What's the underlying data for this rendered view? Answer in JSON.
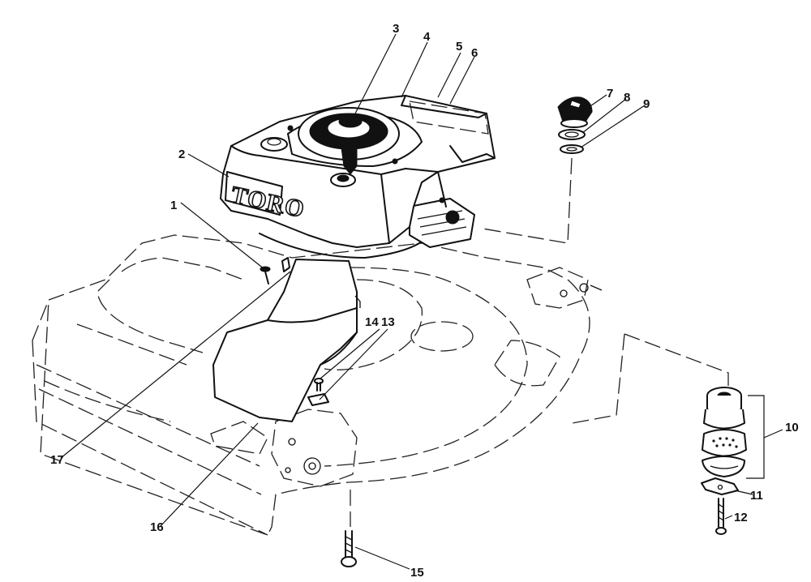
{
  "brand_label": "TORO",
  "callouts": [
    {
      "id": "1",
      "label": "1"
    },
    {
      "id": "2",
      "label": "2"
    },
    {
      "id": "3",
      "label": "3"
    },
    {
      "id": "4",
      "label": "4"
    },
    {
      "id": "5",
      "label": "5"
    },
    {
      "id": "6",
      "label": "6"
    },
    {
      "id": "7",
      "label": "7"
    },
    {
      "id": "8",
      "label": "8"
    },
    {
      "id": "9",
      "label": "9"
    },
    {
      "id": "10",
      "label": "10"
    },
    {
      "id": "11",
      "label": "11"
    },
    {
      "id": "12",
      "label": "12"
    },
    {
      "id": "13",
      "label": "13"
    },
    {
      "id": "14",
      "label": "14"
    },
    {
      "id": "15",
      "label": "15"
    },
    {
      "id": "16",
      "label": "16"
    },
    {
      "id": "17",
      "label": "17"
    }
  ]
}
